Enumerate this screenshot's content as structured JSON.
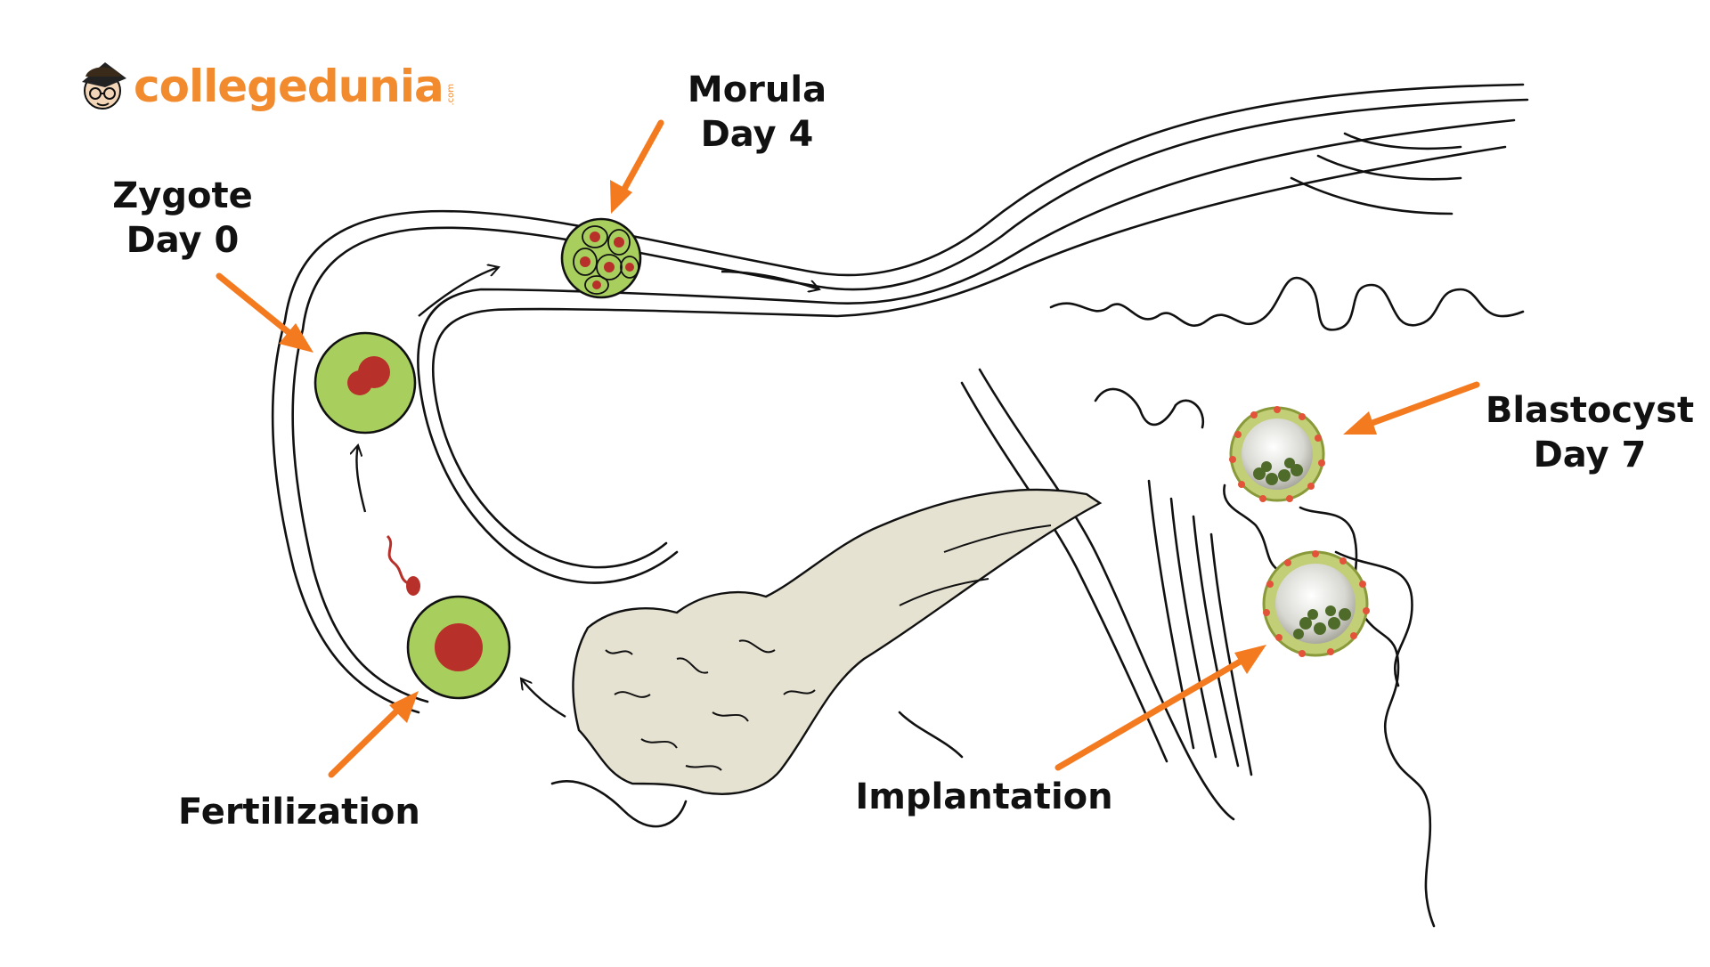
{
  "logo": {
    "name": "collegedunia",
    "suffix": ".com"
  },
  "labels": {
    "zygote": {
      "title": "Zygote",
      "day": "Day 0"
    },
    "morula": {
      "title": "Morula",
      "day": "Day 4"
    },
    "blastocyst": {
      "title": "Blastocyst",
      "day": "Day 7"
    },
    "fertilization": "Fertilization",
    "implantation": "Implantation"
  },
  "colors": {
    "arrow": "#f47a20",
    "cell": "#a8cf5e",
    "nucleus": "#b8302a",
    "ovary": "#e6e2d2",
    "line": "#111111",
    "brand": "#f28a2e"
  }
}
